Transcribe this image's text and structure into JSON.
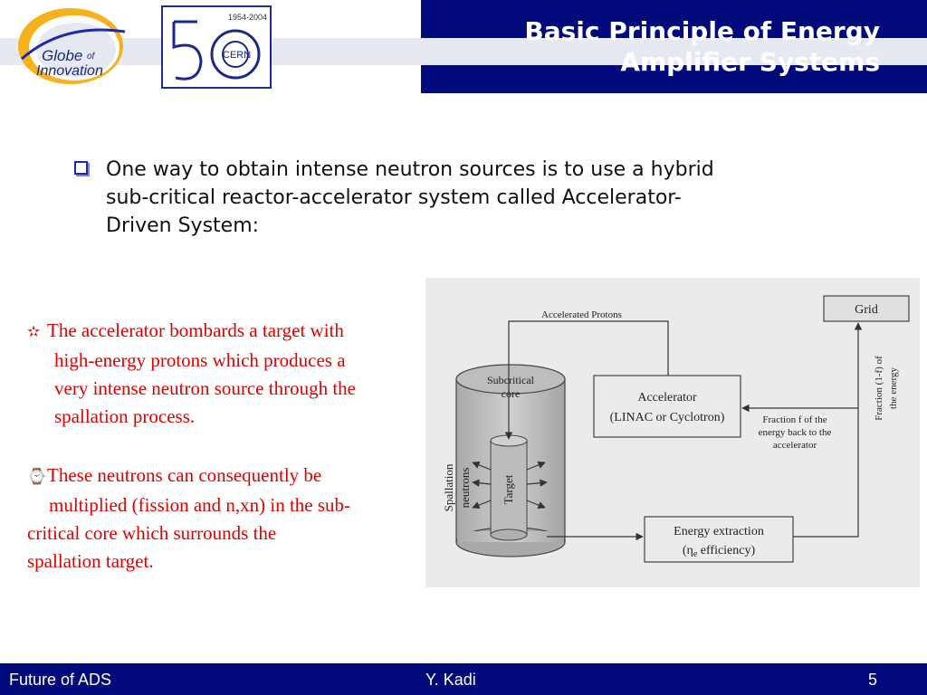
{
  "header": {
    "title_line1": "Basic Principle of Energy",
    "title_line2": "Amplifier Systems",
    "logo_left_line1": "Globe",
    "logo_left_of": "of",
    "logo_left_line2": "Innovation",
    "logo_cern_years": "1954-2004",
    "logo_cern_text": "CERN",
    "colors": {
      "header_bg": "#000a7a",
      "accent": "#1b2aa6"
    }
  },
  "main_bullet": {
    "line1": "One way to obtain intense neutron sources is to use a hybrid",
    "line2": "sub-critical reactor-accelerator system called Accelerator-",
    "line3": "Driven System:"
  },
  "points": {
    "p1_symbol": "✫",
    "p1_line1": "The accelerator bombards a target with",
    "p1_line2": "high-energy protons which produces a",
    "p1_line3": "very intense neutron source through the",
    "p1_line4": "spallation process.",
    "p2_symbol": "⌚",
    "p2_line1": "These neutrons can consequently be",
    "p2_line2": "multiplied (fission and n,xn) in the sub-",
    "p2_line3": "critical core which surrounds the",
    "p2_line4": "spallation target.",
    "color": "#e00000"
  },
  "diagram": {
    "accelerated_protons": "Accelerated Protons",
    "grid": "Grid",
    "fraction_1f_line1": "Fraction (1-f) of",
    "fraction_1f_line2": "the energy",
    "subcritical_line1": "Subcritical",
    "subcritical_line2": "core",
    "accelerator_line1": "Accelerator",
    "accelerator_line2": "(LINAC or Cyclotron)",
    "fraction_f_line1": "Fraction f of the",
    "fraction_f_line2": "energy back to the",
    "fraction_f_line3": "accelerator",
    "spallation": "Spallation",
    "neutrons": "neutrons",
    "target": "Target",
    "energy_extraction_line1": "Energy extraction",
    "energy_extraction_line2_pre": "(η",
    "energy_extraction_sub": "e",
    "energy_extraction_line2_post": " efficiency)"
  },
  "footer": {
    "left": "Future of ADS",
    "center": "Y. Kadi",
    "page": "5"
  }
}
